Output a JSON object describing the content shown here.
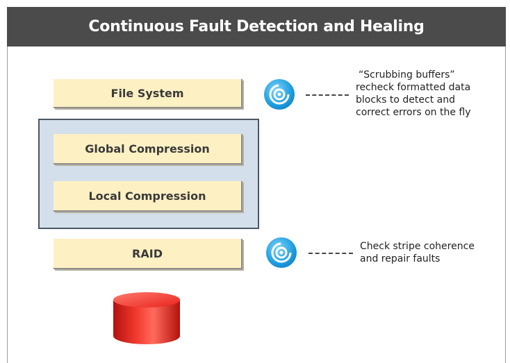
{
  "diagram": {
    "title": "Continuous Fault Detection and Healing",
    "layers": {
      "file_system": "File System",
      "global_compression": "Global Compression",
      "local_compression": "Local Compression",
      "raid": "RAID"
    },
    "annotations": {
      "scrubbing": {
        "line1": "“Scrubbing buffers”",
        "line2": "recheck formatted data",
        "line3": "blocks to detect and",
        "line4": "correct errors on the fly"
      },
      "raid": {
        "line1": "Check stripe coherence",
        "line2": "and repair faults"
      }
    },
    "icons": {
      "scrubbing": "scrub-cycle-icon",
      "raid": "scrub-cycle-icon",
      "storage": "disk-cylinder-icon"
    },
    "colors": {
      "title_bar": "#4b4b4b",
      "layer_fill": "#fdf0c3",
      "group_fill": "#d3dfea",
      "icon_blue": "#1f9fe0",
      "disk_red": "#e8231c"
    }
  }
}
